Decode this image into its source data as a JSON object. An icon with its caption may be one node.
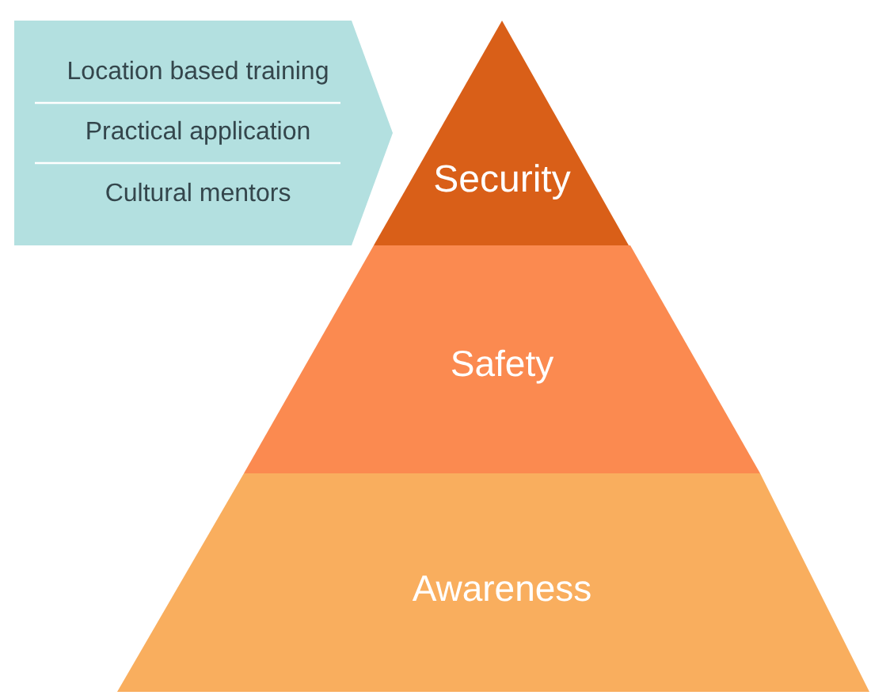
{
  "diagram": {
    "nodes": [
      {
        "text": [
          "Location based training",
          "Practical application",
          "Cultural mentors"
        ]
      },
      {
        "text": [
          "Security"
        ]
      },
      {
        "text": [
          "Safety"
        ]
      },
      {
        "text": [
          "Awareness"
        ]
      }
    ]
  }
}
